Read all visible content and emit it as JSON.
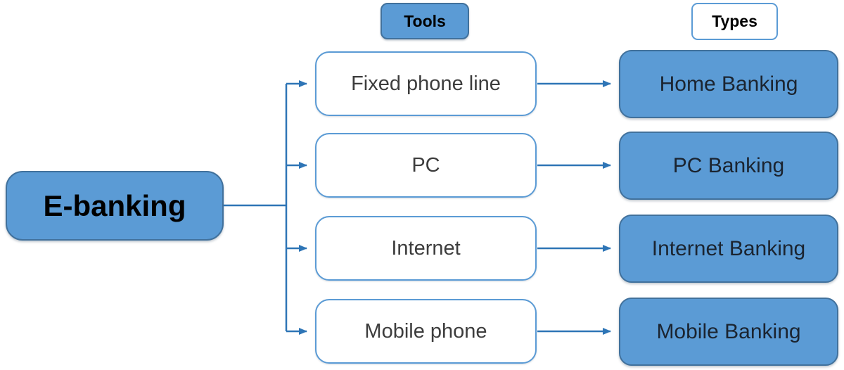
{
  "root": {
    "label": "E-banking"
  },
  "headers": {
    "tools": "Tools",
    "types": "Types"
  },
  "rows": [
    {
      "tool": "Fixed phone line",
      "type": "Home Banking"
    },
    {
      "tool": "PC",
      "type": "PC Banking"
    },
    {
      "tool": "Internet",
      "type": "Internet Banking"
    },
    {
      "tool": "Mobile phone",
      "type": "Mobile Banking"
    }
  ],
  "colors": {
    "node_fill": "#5b9bd5",
    "node_border": "#41719c",
    "outline_border": "#5b9bd5",
    "connector": "#2e75b6"
  }
}
